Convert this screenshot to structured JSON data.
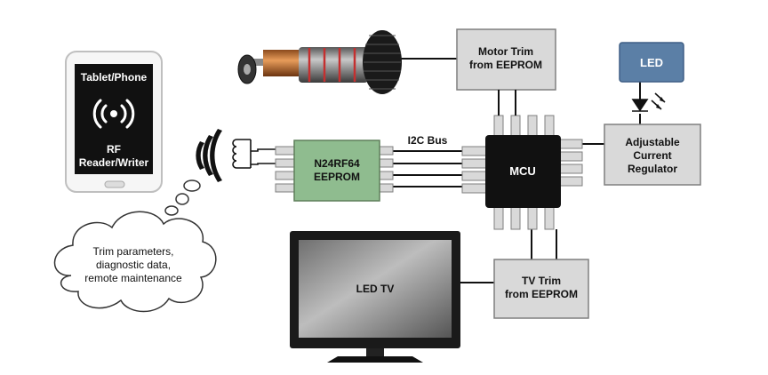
{
  "tablet": {
    "title": "Tablet/Phone",
    "line1": "RF",
    "line2": "Reader/Writer"
  },
  "eeprom": {
    "line1": "N24RF64",
    "line2": "EEPROM"
  },
  "bus": {
    "label": "I2C Bus"
  },
  "mcu": {
    "label": "MCU"
  },
  "motor_trim": {
    "line1": "Motor Trim",
    "line2": "from EEPROM"
  },
  "led": {
    "label": "LED"
  },
  "regulator": {
    "line1": "Adjustable",
    "line2": "Current",
    "line3": "Regulator"
  },
  "tv_trim": {
    "line1": "TV Trim",
    "line2": "from EEPROM"
  },
  "tv": {
    "label": "LED TV"
  },
  "cloud": {
    "line1": "Trim parameters,",
    "line2": "diagnostic data,",
    "line3": "remote maintenance"
  },
  "colors": {
    "eeprom_fill": "#8fbc8f",
    "eeprom_stroke": "#5f7f5a",
    "gray_box": "#d9d9d9",
    "gray_stroke": "#7f7f7f",
    "led_fill": "#5b7fa6",
    "mcu_fill": "#111111",
    "wire": "#111111"
  }
}
